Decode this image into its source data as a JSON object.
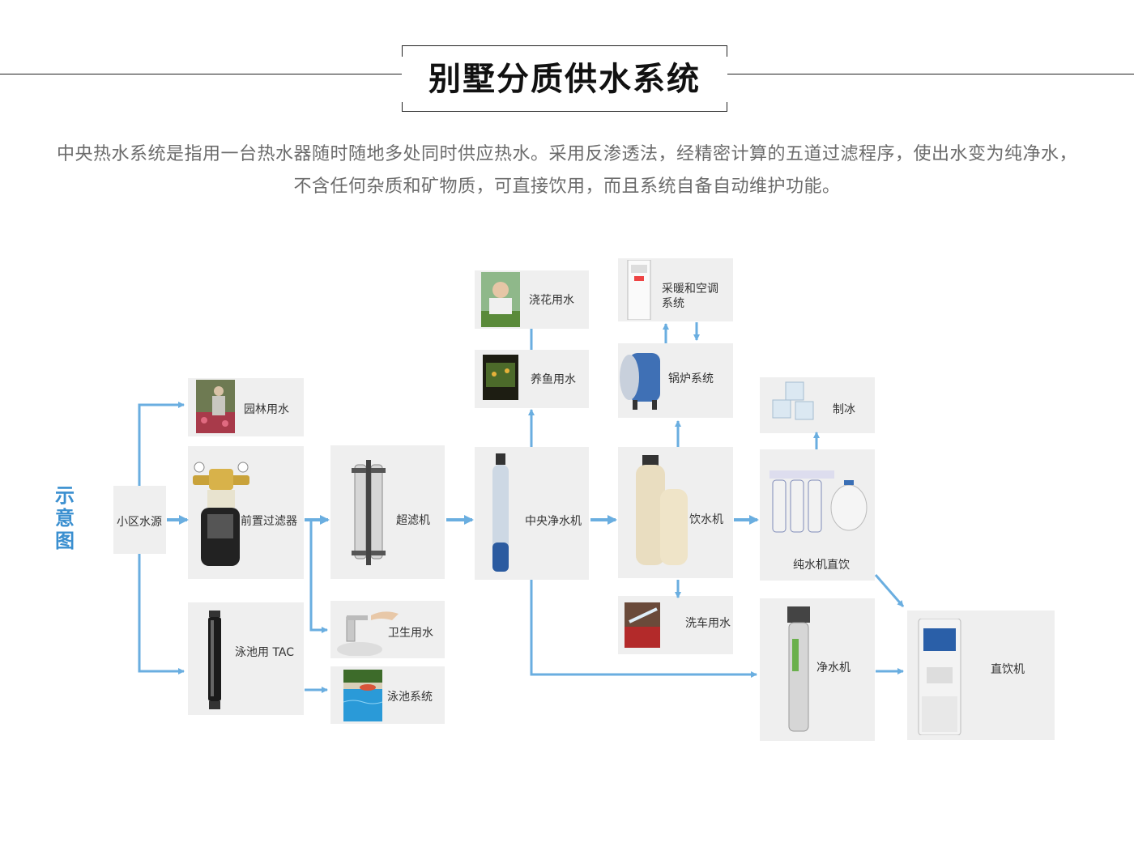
{
  "header": {
    "title": "别墅分质供水系统",
    "desc_line1": "中央热水系统是指用一台热水器随时随地多处同时供应热水。采用反渗透法，经精密计算的五道过滤程序，使出水变为纯净水，",
    "desc_line2": "不含任何杂质和矿物质，可直接饮用，而且系统自备自动维护功能。"
  },
  "diagram": {
    "side_title": "示意图",
    "nodes": {
      "source": "小区水源",
      "garden": "园林用水",
      "prefilter": "前置过滤器",
      "pool_tac": "泳池用 TAC",
      "ultrafilter": "超滤机",
      "sanitary": "卫生用水",
      "pool_system": "泳池系统",
      "central_purifier": "中央净水机",
      "watering": "浇花用水",
      "fish": "养鱼用水",
      "drinking_machine": "饮水机",
      "heating_ac_1": "采暖和空调",
      "heating_ac_2": "系统",
      "boiler": "锅炉系统",
      "car_wash": "洗车用水",
      "ice": "制冰",
      "pure_direct": "纯水机直饮",
      "purifier": "净水机",
      "direct_drinker": "直饮机"
    },
    "colors": {
      "arrow": "#6aaee0",
      "box": "#efefef",
      "side_title": "#3a8fd0"
    }
  }
}
